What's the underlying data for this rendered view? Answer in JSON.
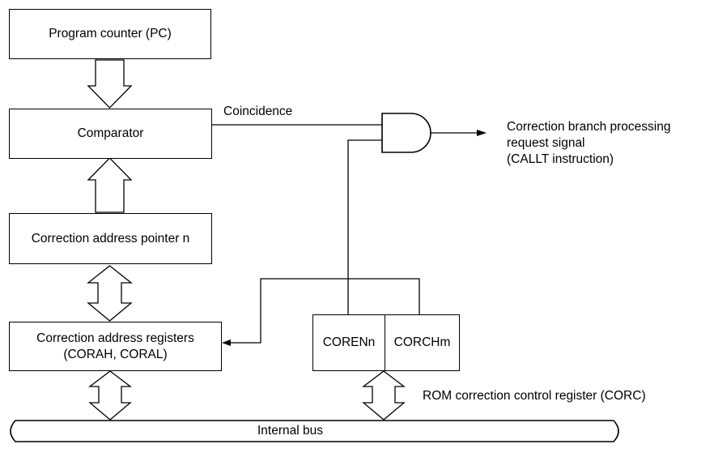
{
  "boxes": {
    "program_counter": "Program counter (PC)",
    "comparator": "Comparator",
    "address_pointer": "Correction address pointer n",
    "address_registers_line1": "Correction address registers",
    "address_registers_line2": "(CORAH, CORAL)",
    "corc_cell_left": "CORENn",
    "corc_cell_right": "CORCHm",
    "internal_bus": "Internal bus"
  },
  "labels": {
    "coincidence": "Coincidence",
    "output_line1": "Correction branch processing",
    "output_line2": "request signal",
    "output_line3": "(CALLT instruction)",
    "corc_register": "ROM correction control register (CORC)"
  }
}
